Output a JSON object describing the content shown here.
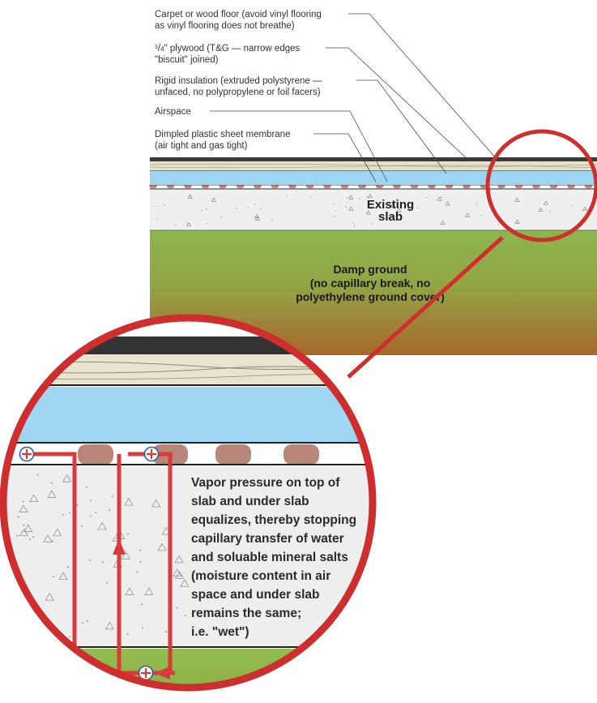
{
  "labels": {
    "carpet": [
      "Carpet or wood floor (avoid vinyl flooring",
      "as vinyl flooring does not breathe)"
    ],
    "plywood": {
      "frac_num": "3",
      "frac_den": "4",
      "line1_rest": "\" plywood (T&G — narrow edges",
      "line2": "\"biscuit\" joined)"
    },
    "insulation": [
      "Rigid insulation (extruded polystyrene —",
      "unfaced, no polypropylene or foil facers)"
    ],
    "airspace": "Airspace",
    "membrane": [
      "Dimpled plastic sheet membrane",
      "(air tight and gas tight)"
    ]
  },
  "slab_label": [
    "Existing",
    "slab"
  ],
  "ground_label": [
    "Damp ground",
    "(no capillary break, no",
    "polyethylene ground cover)"
  ],
  "note": [
    "Vapor pressure on top of",
    "slab and under slab",
    "equalizes, thereby stopping",
    "capillary transfer of water",
    "and soluable mineral salts",
    "(moisture content in air",
    "space and under slab",
    "remains the same;",
    "i.e. \"wet\")"
  ],
  "colors": {
    "insulation": "#9ed5f0",
    "ground_top": "#8cb64e",
    "ground_bottom": "#a8672c",
    "slab": "#efefef",
    "dimple": "#b8877a",
    "plywood": "#e6e0c8",
    "floor": "#3a3a3a",
    "callout_ring": "#cf2e2e",
    "flow_arrow": "#d93a3a",
    "valve_blue": "#2f5ea8"
  },
  "icons": [
    "plus-circle-icon",
    "arrow-up-icon",
    "arrow-left-icon"
  ]
}
